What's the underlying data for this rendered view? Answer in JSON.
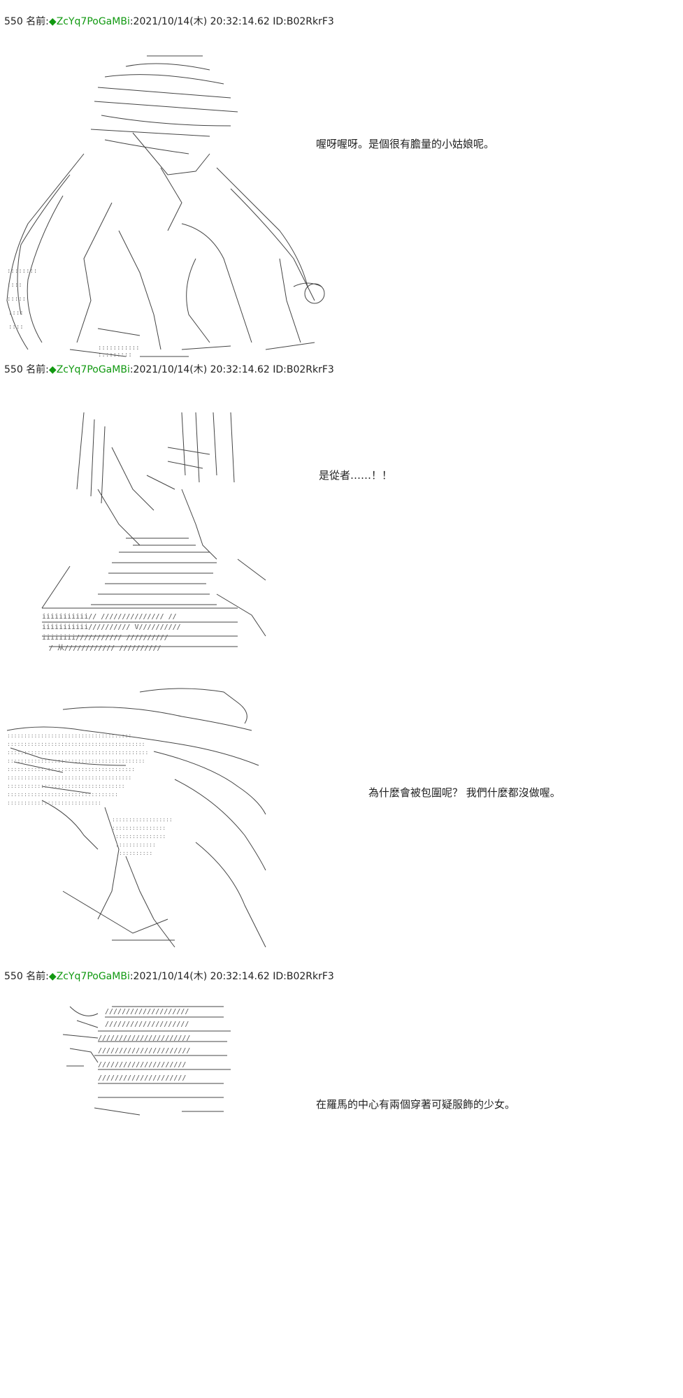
{
  "posts": [
    {
      "header": {
        "number": "550",
        "name_label": "名前:",
        "trip_mark": "◆",
        "trip": "ZcYq7PoGaMBi",
        "datetime": ":2021/10/14(木) 20:32:14.62",
        "id": "ID:B02RkrF3"
      },
      "dialogues": [
        "喔呀喔呀。是個很有膽量的小姑娘呢。"
      ]
    },
    {
      "header": {
        "number": "550",
        "name_label": "名前:",
        "trip_mark": "◆",
        "trip": "ZcYq7PoGaMBi",
        "datetime": ":2021/10/14(木) 20:32:14.62",
        "id": "ID:B02RkrF3"
      },
      "dialogues": [
        "是從者……！！",
        "為什麼會被包圍呢？ 我們什麼都沒做喔。"
      ]
    },
    {
      "header": {
        "number": "550",
        "name_label": "名前:",
        "trip_mark": "◆",
        "trip": "ZcYq7PoGaMBi",
        "datetime": ":2021/10/14(木) 20:32:14.62",
        "id": "ID:B02RkrF3"
      },
      "dialogues": [
        "在羅馬的中心有兩個穿著可疑服飾的少女。"
      ]
    }
  ],
  "colors": {
    "text": "#222222",
    "trip": "#119911",
    "art": "#333333"
  }
}
